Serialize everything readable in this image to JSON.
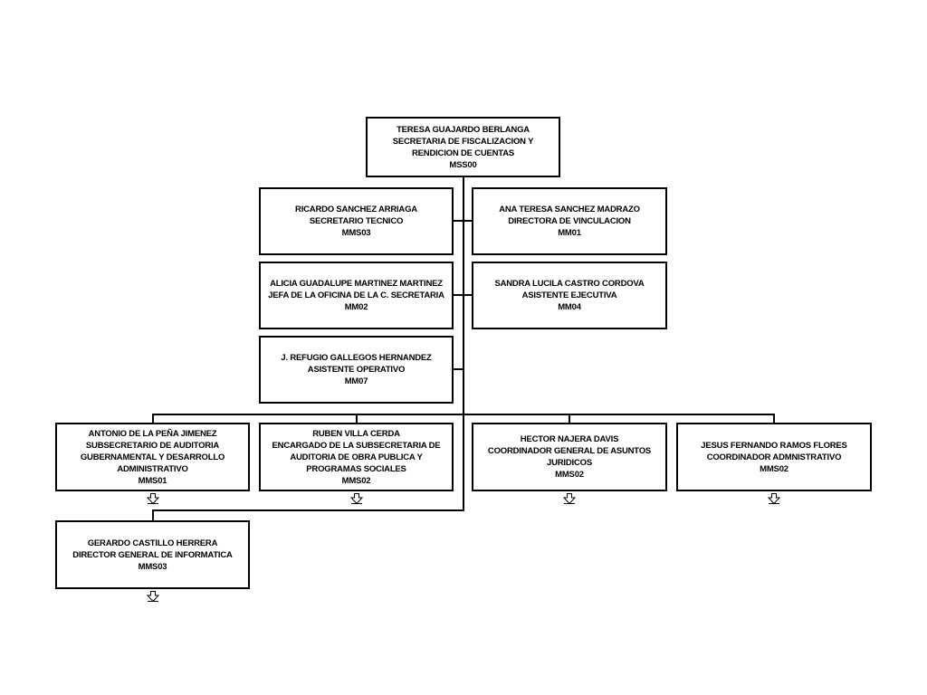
{
  "nodes": {
    "root": {
      "name": "TERESA GUAJARDO BERLANGA",
      "title": "SECRETARIA DE FISCALIZACION Y RENDICION DE CUENTAS",
      "code": "MSS00"
    },
    "n1": {
      "name": "RICARDO SANCHEZ ARRIAGA",
      "title": "SECRETARIO TECNICO",
      "code": "MMS03"
    },
    "n2": {
      "name": "ANA TERESA SANCHEZ MADRAZO",
      "title": "DIRECTORA DE VINCULACION",
      "code": "MM01"
    },
    "n3": {
      "name": "ALICIA GUADALUPE MARTINEZ MARTINEZ",
      "title": "JEFA DE LA OFICINA DE LA C. SECRETARIA",
      "code": "MM02"
    },
    "n4": {
      "name": "SANDRA LUCILA CASTRO CORDOVA",
      "title": "ASISTENTE EJECUTIVA",
      "code": "MM04"
    },
    "n5": {
      "name": "J. REFUGIO GALLEGOS HERNANDEZ",
      "title": "ASISTENTE OPERATIVO",
      "code": "MM07"
    },
    "n6": {
      "name": "ANTONIO DE LA PEÑA JIMENEZ",
      "title": "SUBSECRETARIO DE AUDITORIA GUBERNAMENTAL Y DESARROLLO ADMINISTRATIVO",
      "code": "MMS01"
    },
    "n7": {
      "name": "RUBEN VILLA CERDA",
      "title": "ENCARGADO DE LA SUBSECRETARIA DE AUDITORIA DE OBRA PUBLICA Y PROGRAMAS SOCIALES",
      "code": "MMS02"
    },
    "n8": {
      "name": "HECTOR NAJERA DAVIS",
      "title": "COORDINADOR GENERAL DE ASUNTOS JURIDICOS",
      "code": "MMS02"
    },
    "n9": {
      "name": "JESUS FERNANDO RAMOS FLORES",
      "title": "COORDINADOR ADMNISTRATIVO",
      "code": "MMS02"
    },
    "n10": {
      "name": "GERARDO CASTILLO HERRERA",
      "title": "DIRECTOR GENERAL DE INFORMATICA",
      "code": "MMS03"
    }
  }
}
